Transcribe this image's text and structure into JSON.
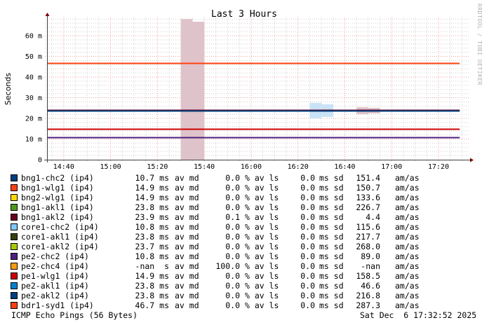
{
  "chart_data": {
    "type": "line",
    "title": "Last 3 Hours",
    "ylabel": "Seconds",
    "xlabel": "",
    "ylim": [
      0,
      0.068
    ],
    "y_unit_suffix": "m",
    "y_ticks": [
      {
        "value": 0,
        "label": "0"
      },
      {
        "value": 10,
        "label": "10 m"
      },
      {
        "value": 20,
        "label": "20 m"
      },
      {
        "value": 30,
        "label": "30 m"
      },
      {
        "value": 40,
        "label": "40 m"
      },
      {
        "value": 50,
        "label": "50 m"
      },
      {
        "value": 60,
        "label": "60 m"
      }
    ],
    "x_range": [
      "14:32:52",
      "17:32:52"
    ],
    "x_ticks": [
      "14:40",
      "15:00",
      "15:20",
      "15:40",
      "16:00",
      "16:20",
      "16:40",
      "17:00",
      "17:20"
    ],
    "grid": true,
    "median_end": "17:29",
    "series": [
      {
        "name": "bng1-chc2 (ip4)",
        "color": "#00407f",
        "median": "10.7 ms",
        "median_ms": 10.7,
        "loss": "0.0",
        "sd": "0.0",
        "am": "151.4"
      },
      {
        "name": "bng1-wlg1 (ip4)",
        "color": "#ff4010",
        "median": "14.9 ms",
        "median_ms": 14.9,
        "loss": "0.0",
        "sd": "0.0",
        "am": "150.7"
      },
      {
        "name": "bng2-wlg1 (ip4)",
        "color": "#ffd800",
        "median": "14.9 ms",
        "median_ms": 14.9,
        "loss": "0.0",
        "sd": "0.0",
        "am": "133.6"
      },
      {
        "name": "bng1-akl1 (ip4)",
        "color": "#4f9a1a",
        "median": "23.8 ms",
        "median_ms": 23.8,
        "loss": "0.0",
        "sd": "0.0",
        "am": "226.7"
      },
      {
        "name": "bng1-akl2 (ip4)",
        "color": "#6b0020",
        "median": "23.9 ms",
        "median_ms": 23.9,
        "loss": "0.1",
        "sd": "0.0",
        "am": "4.4"
      },
      {
        "name": "core1-chc2 (ip4)",
        "color": "#80c8ff",
        "median": "10.8 ms",
        "median_ms": 10.8,
        "loss": "0.0",
        "sd": "0.0",
        "am": "115.6"
      },
      {
        "name": "core1-akl1 (ip4)",
        "color": "#344010",
        "median": "23.8 ms",
        "median_ms": 23.8,
        "loss": "0.0",
        "sd": "0.0",
        "am": "217.7"
      },
      {
        "name": "core1-akl2 (ip4)",
        "color": "#a8c800",
        "median": "23.7 ms",
        "median_ms": 23.7,
        "loss": "0.0",
        "sd": "0.0",
        "am": "268.0"
      },
      {
        "name": "pe2-chc2 (ip4)",
        "color": "#4b2080",
        "median": "10.8 ms",
        "median_ms": 10.8,
        "loss": "0.0",
        "sd": "0.0",
        "am": "89.0"
      },
      {
        "name": "pe2-chc4 (ip4)",
        "color": "#ff9a10",
        "median": "-nan  s",
        "median_ms": null,
        "loss": "100.0",
        "sd": "0.0",
        "am": "-nan"
      },
      {
        "name": "pe1-wlg1 (ip4)",
        "color": "#cc0000",
        "median": "14.9 ms",
        "median_ms": 14.9,
        "loss": "0.0",
        "sd": "0.0",
        "am": "158.5"
      },
      {
        "name": "pe2-akl1 (ip4)",
        "color": "#0080d0",
        "median": "23.8 ms",
        "median_ms": 23.8,
        "loss": "0.0",
        "sd": "0.0",
        "am": "46.6"
      },
      {
        "name": "pe2-akl2 (ip4)",
        "color": "#00407f",
        "median": "23.8 ms",
        "median_ms": 23.8,
        "loss": "0.0",
        "sd": "0.0",
        "am": "216.8"
      },
      {
        "name": "bdr1-syd1 (ip4)",
        "color": "#ff4010",
        "median": "46.7 ms",
        "median_ms": 46.7,
        "loss": "0.0",
        "sd": "0.0",
        "am": "287.3"
      }
    ],
    "smoke": [
      {
        "start": "15:30",
        "end": "15:35",
        "lo": 0,
        "hi": 68.1,
        "color": "#dfc3cb"
      },
      {
        "start": "15:35",
        "end": "15:40",
        "lo": 0,
        "hi": 66.8,
        "color": "#dfc3cb"
      },
      {
        "start": "16:25",
        "end": "16:30",
        "lo": 20.0,
        "hi": 27.5,
        "color": "#c9e3f6"
      },
      {
        "start": "16:30",
        "end": "16:35",
        "lo": 20.7,
        "hi": 26.8,
        "color": "#c9e3f6"
      },
      {
        "start": "16:45",
        "end": "16:50",
        "lo": 22.0,
        "hi": 25.4,
        "color": "#dfc3cb"
      },
      {
        "start": "16:50",
        "end": "16:55",
        "lo": 22.4,
        "hi": 25.1,
        "color": "#dfc3cb"
      }
    ]
  },
  "legend_labels": {
    "median_unit": "av md",
    "loss_unit": "% av ls",
    "sd_unit": "ms sd",
    "am_unit": "am/as"
  },
  "footer": {
    "probe": "ICMP Echo Pings (56 Bytes)",
    "timestamp": "Sat Dec  6 17:32:52 2025"
  },
  "watermark": "RRDTOOL / TOBI OETIKER"
}
